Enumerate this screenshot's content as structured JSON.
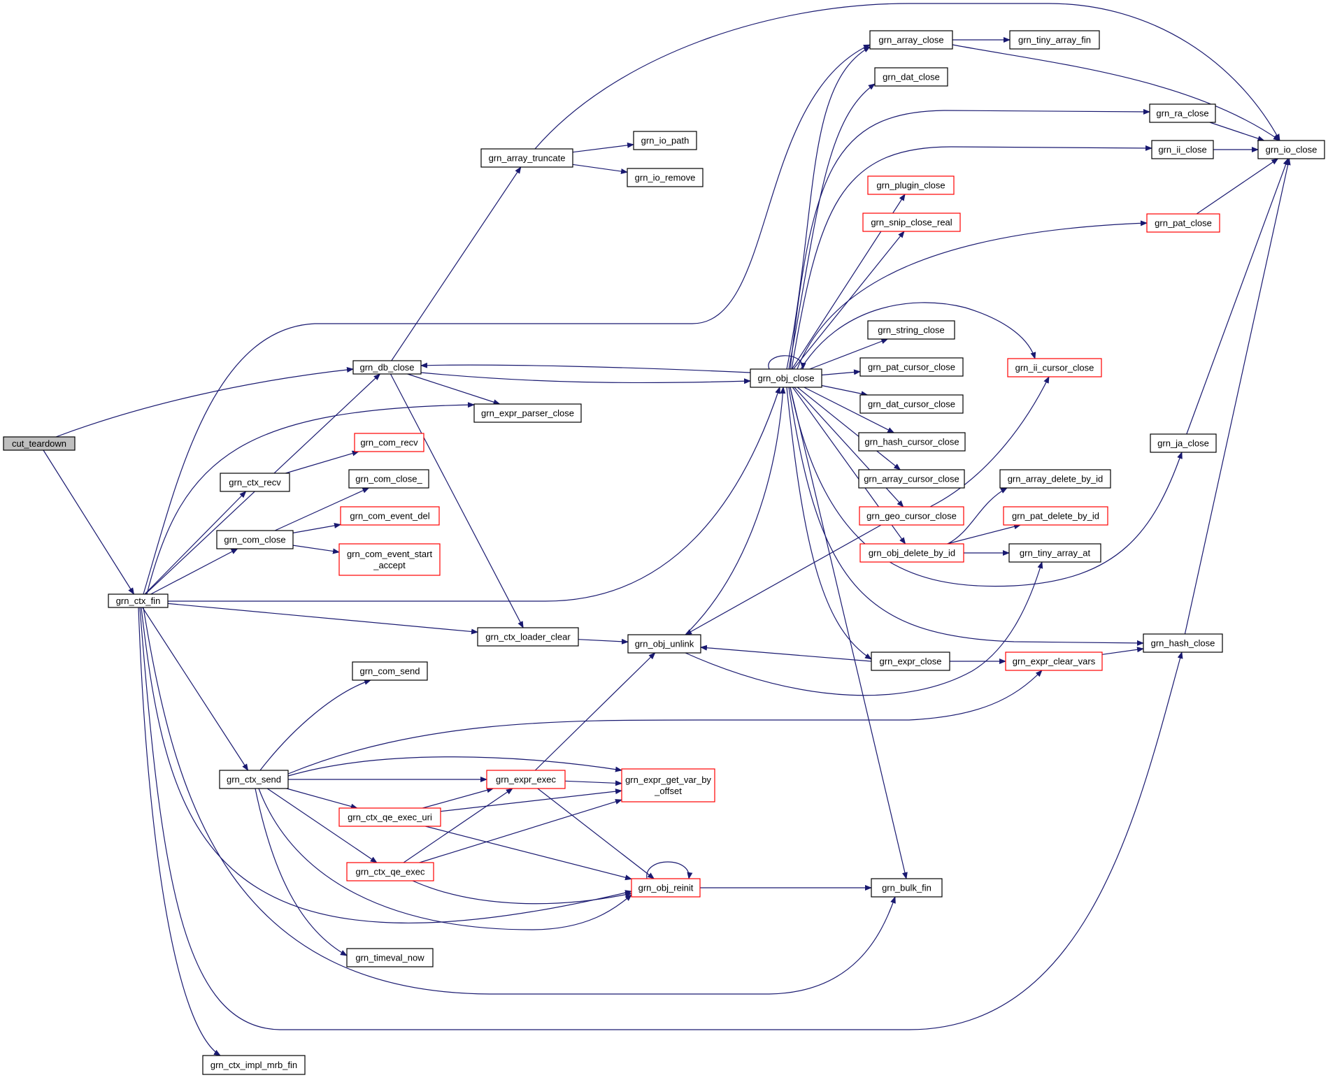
{
  "colors": {
    "edge": "#191970",
    "node_fill": "#ffffff",
    "node_border_default": "#000000",
    "node_border_truncated": "#ff0000",
    "node_fill_focus": "#bfbfbf"
  },
  "nodes": [
    {
      "id": "cut_teardown",
      "label": [
        "cut_teardown"
      ],
      "focus": true
    },
    {
      "id": "grn_ctx_fin",
      "label": [
        "grn_ctx_fin"
      ]
    },
    {
      "id": "grn_db_close",
      "label": [
        "grn_db_close"
      ]
    },
    {
      "id": "grn_array_truncate",
      "label": [
        "grn_array_truncate"
      ]
    },
    {
      "id": "grn_io_path",
      "label": [
        "grn_io_path"
      ]
    },
    {
      "id": "grn_io_remove",
      "label": [
        "grn_io_remove"
      ]
    },
    {
      "id": "grn_array_close",
      "label": [
        "grn_array_close"
      ]
    },
    {
      "id": "grn_tiny_array_fin",
      "label": [
        "grn_tiny_array_fin"
      ]
    },
    {
      "id": "grn_dat_close",
      "label": [
        "grn_dat_close"
      ]
    },
    {
      "id": "grn_ra_close",
      "label": [
        "grn_ra_close"
      ]
    },
    {
      "id": "grn_io_close",
      "label": [
        "grn_io_close"
      ]
    },
    {
      "id": "grn_ii_close",
      "label": [
        "grn_ii_close"
      ]
    },
    {
      "id": "grn_plugin_close",
      "label": [
        "grn_plugin_close"
      ],
      "red": true
    },
    {
      "id": "grn_snip_close_real",
      "label": [
        "grn_snip_close_real"
      ],
      "red": true
    },
    {
      "id": "grn_pat_close",
      "label": [
        "grn_pat_close"
      ],
      "red": true
    },
    {
      "id": "grn_string_close",
      "label": [
        "grn_string_close"
      ]
    },
    {
      "id": "grn_obj_close",
      "label": [
        "grn_obj_close"
      ]
    },
    {
      "id": "grn_pat_cursor_close",
      "label": [
        "grn_pat_cursor_close"
      ]
    },
    {
      "id": "grn_ii_cursor_close",
      "label": [
        "grn_ii_cursor_close"
      ],
      "red": true
    },
    {
      "id": "grn_expr_parser_close",
      "label": [
        "grn_expr_parser_close"
      ]
    },
    {
      "id": "grn_dat_cursor_close",
      "label": [
        "grn_dat_cursor_close"
      ]
    },
    {
      "id": "grn_hash_cursor_close",
      "label": [
        "grn_hash_cursor_close"
      ]
    },
    {
      "id": "grn_ja_close",
      "label": [
        "grn_ja_close"
      ]
    },
    {
      "id": "grn_com_recv",
      "label": [
        "grn_com_recv"
      ],
      "red": true
    },
    {
      "id": "grn_ctx_recv",
      "label": [
        "grn_ctx_recv"
      ]
    },
    {
      "id": "grn_com_close_",
      "label": [
        "grn_com_close_"
      ]
    },
    {
      "id": "grn_array_cursor_close",
      "label": [
        "grn_array_cursor_close"
      ]
    },
    {
      "id": "grn_array_delete_by_id",
      "label": [
        "grn_array_delete_by_id"
      ]
    },
    {
      "id": "grn_com_event_del",
      "label": [
        "grn_com_event_del"
      ],
      "red": true
    },
    {
      "id": "grn_geo_cursor_close",
      "label": [
        "grn_geo_cursor_close"
      ],
      "red": true
    },
    {
      "id": "grn_pat_delete_by_id",
      "label": [
        "grn_pat_delete_by_id"
      ],
      "red": true
    },
    {
      "id": "grn_com_close",
      "label": [
        "grn_com_close"
      ]
    },
    {
      "id": "grn_com_event_start_accept",
      "label": [
        "grn_com_event_start",
        "_accept"
      ],
      "red": true
    },
    {
      "id": "grn_obj_delete_by_id",
      "label": [
        "grn_obj_delete_by_id"
      ],
      "red": true
    },
    {
      "id": "grn_tiny_array_at",
      "label": [
        "grn_tiny_array_at"
      ]
    },
    {
      "id": "grn_ctx_loader_clear",
      "label": [
        "grn_ctx_loader_clear"
      ]
    },
    {
      "id": "grn_obj_unlink",
      "label": [
        "grn_obj_unlink"
      ]
    },
    {
      "id": "grn_hash_close",
      "label": [
        "grn_hash_close"
      ]
    },
    {
      "id": "grn_expr_close",
      "label": [
        "grn_expr_close"
      ]
    },
    {
      "id": "grn_expr_clear_vars",
      "label": [
        "grn_expr_clear_vars"
      ],
      "red": true
    },
    {
      "id": "grn_com_send",
      "label": [
        "grn_com_send"
      ]
    },
    {
      "id": "grn_ctx_send",
      "label": [
        "grn_ctx_send"
      ]
    },
    {
      "id": "grn_expr_exec",
      "label": [
        "grn_expr_exec"
      ],
      "red": true
    },
    {
      "id": "grn_expr_get_var_by_offset",
      "label": [
        "grn_expr_get_var_by",
        "_offset"
      ],
      "red": true
    },
    {
      "id": "grn_ctx_qe_exec_uri",
      "label": [
        "grn_ctx_qe_exec_uri"
      ],
      "red": true
    },
    {
      "id": "grn_ctx_qe_exec",
      "label": [
        "grn_ctx_qe_exec"
      ],
      "red": true
    },
    {
      "id": "grn_bulk_fin",
      "label": [
        "grn_bulk_fin"
      ]
    },
    {
      "id": "grn_obj_reinit",
      "label": [
        "grn_obj_reinit"
      ],
      "red": true
    },
    {
      "id": "grn_timeval_now",
      "label": [
        "grn_timeval_now"
      ]
    },
    {
      "id": "grn_ctx_impl_mrb_fin",
      "label": [
        "grn_ctx_impl_mrb_fin"
      ]
    }
  ],
  "edges": [
    [
      "cut_teardown",
      "grn_db_close"
    ],
    [
      "cut_teardown",
      "grn_ctx_fin"
    ],
    [
      "grn_ctx_fin",
      "grn_array_close"
    ],
    [
      "grn_ctx_fin",
      "grn_db_close"
    ],
    [
      "grn_ctx_fin",
      "grn_expr_parser_close"
    ],
    [
      "grn_ctx_fin",
      "grn_ctx_recv"
    ],
    [
      "grn_ctx_fin",
      "grn_com_close"
    ],
    [
      "grn_ctx_fin",
      "grn_obj_close"
    ],
    [
      "grn_ctx_fin",
      "grn_ctx_loader_clear"
    ],
    [
      "grn_ctx_fin",
      "grn_ctx_send"
    ],
    [
      "grn_ctx_fin",
      "grn_obj_reinit"
    ],
    [
      "grn_ctx_fin",
      "grn_bulk_fin"
    ],
    [
      "grn_ctx_fin",
      "grn_hash_close"
    ],
    [
      "grn_ctx_fin",
      "grn_ctx_impl_mrb_fin"
    ],
    [
      "grn_db_close",
      "grn_array_truncate"
    ],
    [
      "grn_db_close",
      "grn_obj_close"
    ],
    [
      "grn_db_close",
      "grn_expr_parser_close"
    ],
    [
      "grn_db_close",
      "grn_ctx_loader_clear"
    ],
    [
      "grn_array_truncate",
      "grn_io_path"
    ],
    [
      "grn_array_truncate",
      "grn_io_remove"
    ],
    [
      "grn_array_truncate",
      "grn_io_close"
    ],
    [
      "grn_array_close",
      "grn_tiny_array_fin"
    ],
    [
      "grn_array_close",
      "grn_io_close"
    ],
    [
      "grn_ra_close",
      "grn_io_close"
    ],
    [
      "grn_ii_close",
      "grn_io_close"
    ],
    [
      "grn_pat_close",
      "grn_io_close"
    ],
    [
      "grn_ja_close",
      "grn_io_close"
    ],
    [
      "grn_hash_close",
      "grn_io_close"
    ],
    [
      "grn_obj_close",
      "grn_obj_close"
    ],
    [
      "grn_obj_close",
      "grn_db_close"
    ],
    [
      "grn_obj_close",
      "grn_array_close"
    ],
    [
      "grn_obj_close",
      "grn_dat_close"
    ],
    [
      "grn_obj_close",
      "grn_ra_close"
    ],
    [
      "grn_obj_close",
      "grn_ii_close"
    ],
    [
      "grn_obj_close",
      "grn_plugin_close"
    ],
    [
      "grn_obj_close",
      "grn_snip_close_real"
    ],
    [
      "grn_obj_close",
      "grn_pat_close"
    ],
    [
      "grn_obj_close",
      "grn_string_close"
    ],
    [
      "grn_obj_close",
      "grn_pat_cursor_close"
    ],
    [
      "grn_obj_close",
      "grn_ii_cursor_close"
    ],
    [
      "grn_obj_close",
      "grn_dat_cursor_close"
    ],
    [
      "grn_obj_close",
      "grn_hash_cursor_close"
    ],
    [
      "grn_obj_close",
      "grn_array_cursor_close"
    ],
    [
      "grn_obj_close",
      "grn_geo_cursor_close"
    ],
    [
      "grn_obj_close",
      "grn_obj_delete_by_id"
    ],
    [
      "grn_obj_close",
      "grn_ja_close"
    ],
    [
      "grn_obj_close",
      "grn_hash_close"
    ],
    [
      "grn_obj_close",
      "grn_expr_close"
    ],
    [
      "grn_obj_close",
      "grn_bulk_fin"
    ],
    [
      "grn_ctx_recv",
      "grn_com_recv"
    ],
    [
      "grn_com_close",
      "grn_com_close_"
    ],
    [
      "grn_com_close",
      "grn_com_event_del"
    ],
    [
      "grn_com_close",
      "grn_com_event_start_accept"
    ],
    [
      "grn_geo_cursor_close",
      "grn_ii_cursor_close"
    ],
    [
      "grn_geo_cursor_close",
      "grn_obj_unlink"
    ],
    [
      "grn_obj_delete_by_id",
      "grn_array_delete_by_id"
    ],
    [
      "grn_obj_delete_by_id",
      "grn_pat_delete_by_id"
    ],
    [
      "grn_obj_delete_by_id",
      "grn_tiny_array_at"
    ],
    [
      "grn_ctx_loader_clear",
      "grn_obj_unlink"
    ],
    [
      "grn_obj_unlink",
      "grn_obj_close"
    ],
    [
      "grn_obj_unlink",
      "grn_tiny_array_at"
    ],
    [
      "grn_expr_close",
      "grn_obj_unlink"
    ],
    [
      "grn_expr_close",
      "grn_expr_clear_vars"
    ],
    [
      "grn_expr_clear_vars",
      "grn_hash_close"
    ],
    [
      "grn_ctx_send",
      "grn_com_send"
    ],
    [
      "grn_ctx_send",
      "grn_expr_clear_vars"
    ],
    [
      "grn_ctx_send",
      "grn_expr_get_var_by_offset"
    ],
    [
      "grn_ctx_send",
      "grn_expr_exec"
    ],
    [
      "grn_ctx_send",
      "grn_ctx_qe_exec_uri"
    ],
    [
      "grn_ctx_send",
      "grn_ctx_qe_exec"
    ],
    [
      "grn_ctx_send",
      "grn_obj_reinit"
    ],
    [
      "grn_ctx_send",
      "grn_timeval_now"
    ],
    [
      "grn_expr_exec",
      "grn_obj_unlink"
    ],
    [
      "grn_expr_exec",
      "grn_expr_get_var_by_offset"
    ],
    [
      "grn_expr_exec",
      "grn_obj_reinit"
    ],
    [
      "grn_ctx_qe_exec_uri",
      "grn_expr_exec"
    ],
    [
      "grn_ctx_qe_exec_uri",
      "grn_expr_get_var_by_offset"
    ],
    [
      "grn_ctx_qe_exec_uri",
      "grn_obj_reinit"
    ],
    [
      "grn_ctx_qe_exec",
      "grn_expr_exec"
    ],
    [
      "grn_ctx_qe_exec",
      "grn_expr_get_var_by_offset"
    ],
    [
      "grn_ctx_qe_exec",
      "grn_obj_reinit"
    ],
    [
      "grn_obj_reinit",
      "grn_obj_reinit"
    ],
    [
      "grn_obj_reinit",
      "grn_bulk_fin"
    ]
  ]
}
